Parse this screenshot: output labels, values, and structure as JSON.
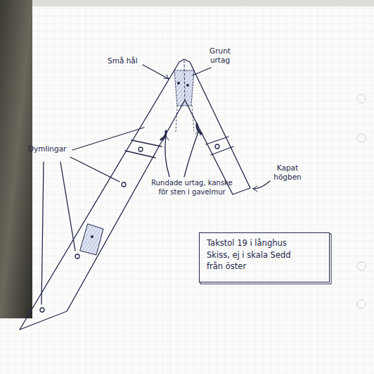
{
  "diagram": {
    "nodes": [
      {
        "text": [
          "Takstol 19 i långhus Skiss, ej i skala Sedd från öster"
        ]
      }
    ],
    "labels": [
      "Små hål",
      "Grunt urtag",
      "Dymlingar",
      "Rundade urtag, kanske för sten i gavelmur",
      "Kapat högben"
    ]
  }
}
